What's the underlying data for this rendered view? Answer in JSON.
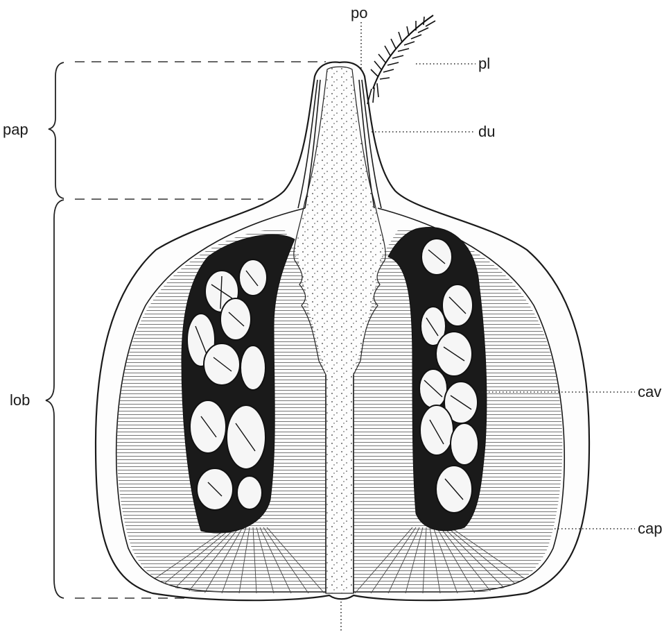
{
  "labels": {
    "po": "po",
    "pl": "pl",
    "du": "du",
    "pap": "pap",
    "lob": "lob",
    "cav": "cav",
    "cap": "cap"
  },
  "colors": {
    "ink": "#1a1a1a",
    "paper": "#ffffff"
  }
}
